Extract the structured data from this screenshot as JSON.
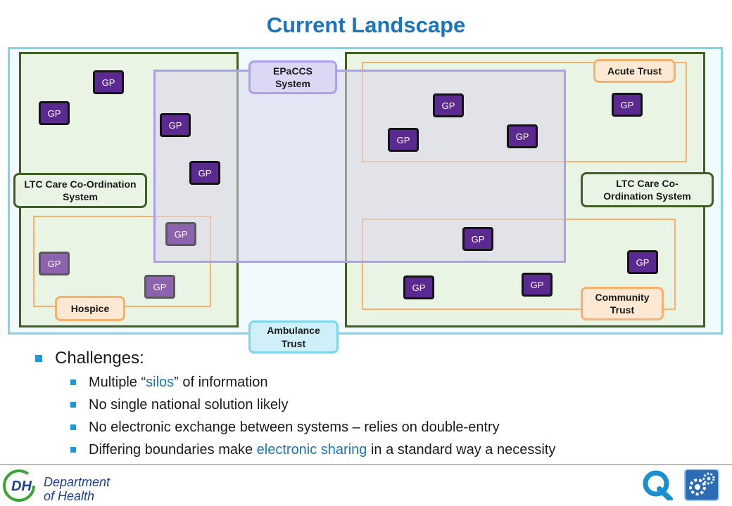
{
  "title": "Current Landscape",
  "diagram": {
    "labels": {
      "epaccs": "EPaCCS System",
      "ltc_left": "LTC Care Co-Ordination System",
      "ltc_right": "LTC Care Co-Ordination System",
      "acute": "Acute Trust",
      "community": "Community Trust",
      "hospice": "Hospice",
      "ambulance": "Ambulance Trust"
    },
    "gp_label": "GP"
  },
  "bullets": {
    "main": "Challenges:",
    "items": [
      {
        "pre": "Multiple “",
        "hl": "silos",
        "post": "” of information"
      },
      {
        "pre": "No single national solution likely",
        "hl": "",
        "post": ""
      },
      {
        "pre": "No electronic exchange between systems – relies on double-entry",
        "hl": "",
        "post": ""
      },
      {
        "pre": "Differing boundaries make ",
        "hl": "electronic sharing",
        "post": " in a standard way a necessity"
      }
    ]
  },
  "footer": {
    "logo_initials": "DH",
    "org_line1": "Department",
    "org_line2": "of Health"
  },
  "colors": {
    "title_blue": "#1a75bc",
    "gp_purple": "#5b2a90",
    "ltc_green": "#3f5f24",
    "trust_orange": "#f7b16c",
    "epaccs_lavender": "#aaa0ee",
    "ambulance_cyan": "#7fd4ec"
  },
  "icons": [
    "dh-logo-icon",
    "q-logo-icon",
    "gears-icon"
  ]
}
